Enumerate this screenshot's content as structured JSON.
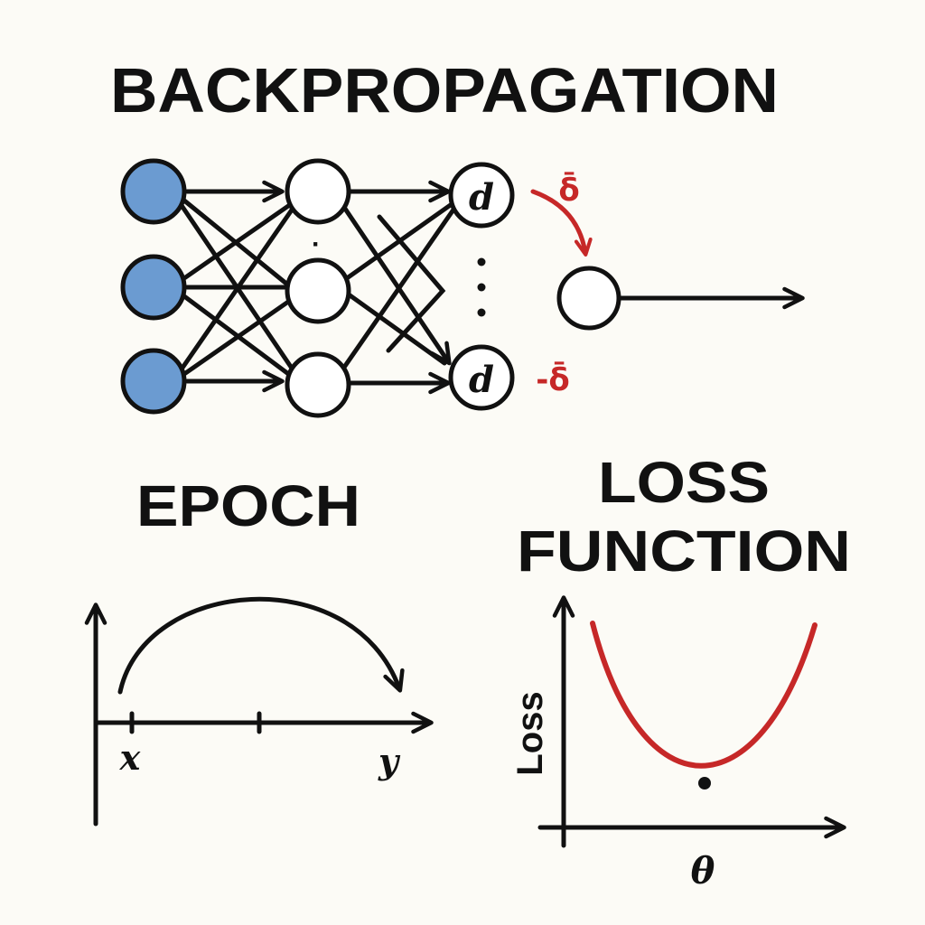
{
  "titles": {
    "main": "BACKPROPAGATION",
    "epoch": "EPOCH",
    "loss_line1": "LOSS",
    "loss_line2": "FUNCTION"
  },
  "network": {
    "input_node_color": "#6b9bd1",
    "hidden_node_color": "#ffffff",
    "output_node_label": "d",
    "delta_label_top": "δ̄",
    "delta_label_bottom": "-δ̄",
    "vertical_dots": "⋮",
    "middle_dot": "·"
  },
  "epoch_plot": {
    "x_label": "x",
    "y_label": "y"
  },
  "loss_plot": {
    "y_axis_label": "Loss",
    "x_axis_label": "θ",
    "curve_color": "#c62828"
  },
  "colors": {
    "ink": "#111111",
    "accent_red": "#c62828",
    "background": "#fcfbf6"
  }
}
